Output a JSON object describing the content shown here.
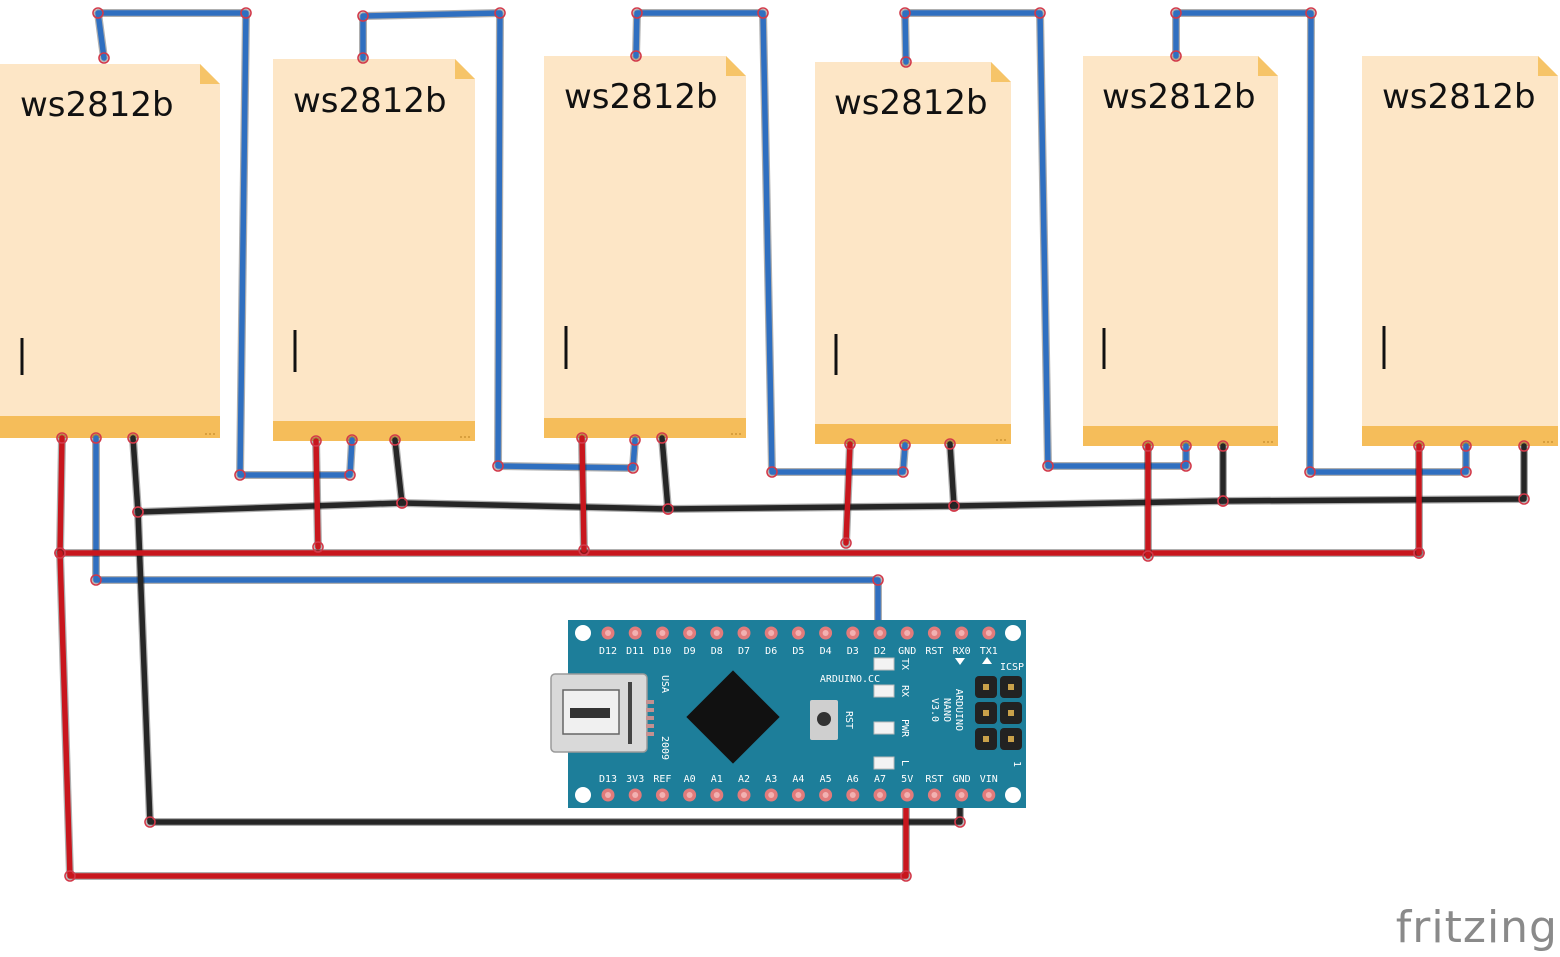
{
  "strips": [
    {
      "label": "ws2812b",
      "cursor": "|"
    },
    {
      "label": "ws2812b",
      "cursor": "|"
    },
    {
      "label": "ws2812b",
      "cursor": "|"
    },
    {
      "label": "ws2812b",
      "cursor": "|"
    },
    {
      "label": "ws2812b",
      "cursor": "|"
    },
    {
      "label": "ws2812b",
      "cursor": "|"
    }
  ],
  "arduino": {
    "top_pins": [
      "D12",
      "D11",
      "D10",
      "D9",
      "D8",
      "D7",
      "D6",
      "D5",
      "D4",
      "D3",
      "D2",
      "GND",
      "RST",
      "RX0",
      "TX1"
    ],
    "bottom_pins": [
      "D13",
      "3V3",
      "REF",
      "A0",
      "A1",
      "A2",
      "A3",
      "A4",
      "A5",
      "A6",
      "A7",
      "5V",
      "RST",
      "GND",
      "VIN"
    ],
    "leds": [
      "TX",
      "RX",
      "PWR",
      "L"
    ],
    "brand": "ARDUINO.CC",
    "model": [
      "ARDUINO",
      "NANO",
      "V3.0"
    ],
    "usa": "USA",
    "year": "2009",
    "rst": "RST",
    "icsp": "ICSP",
    "pin1": "1"
  },
  "colors": {
    "data_wire": "#2f6fc0",
    "power_wire": "#c8161d",
    "ground_wire": "#262626",
    "strip_body": "#fde6c6",
    "strip_band": "#f5bd5a",
    "board": "#1d7e9a"
  },
  "watermark": "fritzing"
}
